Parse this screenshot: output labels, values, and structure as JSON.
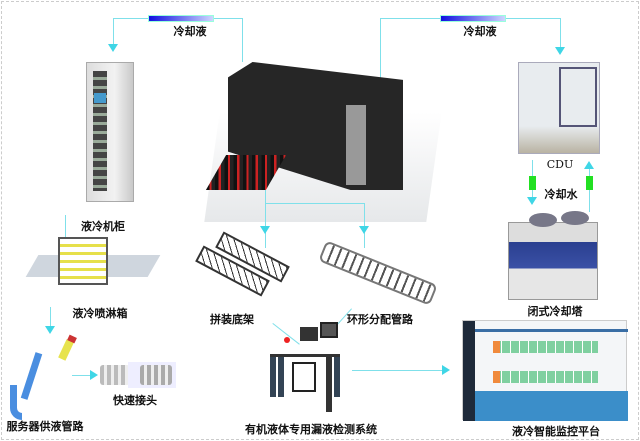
{
  "flows": {
    "coolant_left": "冷却液",
    "coolant_right": "冷却液",
    "cooling_water": "冷却水"
  },
  "components": {
    "rack": "液冷机柜",
    "cdu": "CDU",
    "cooling_tower": "闭式冷却塔",
    "spray_box": "液冷喷淋箱",
    "base_frame": "拼装底架",
    "ring_pipes": "环形分配管路",
    "server_pipes": "服务器供液管路",
    "quick_connector": "快速接头",
    "leak_detection": "有机液体专用漏液检测系统",
    "monitoring": "液冷智能监控平台"
  },
  "colors": {
    "flow_line": "#7fe0ea",
    "coolant_gradient_start": "#1010e0",
    "water_arrow": "#22e022"
  }
}
